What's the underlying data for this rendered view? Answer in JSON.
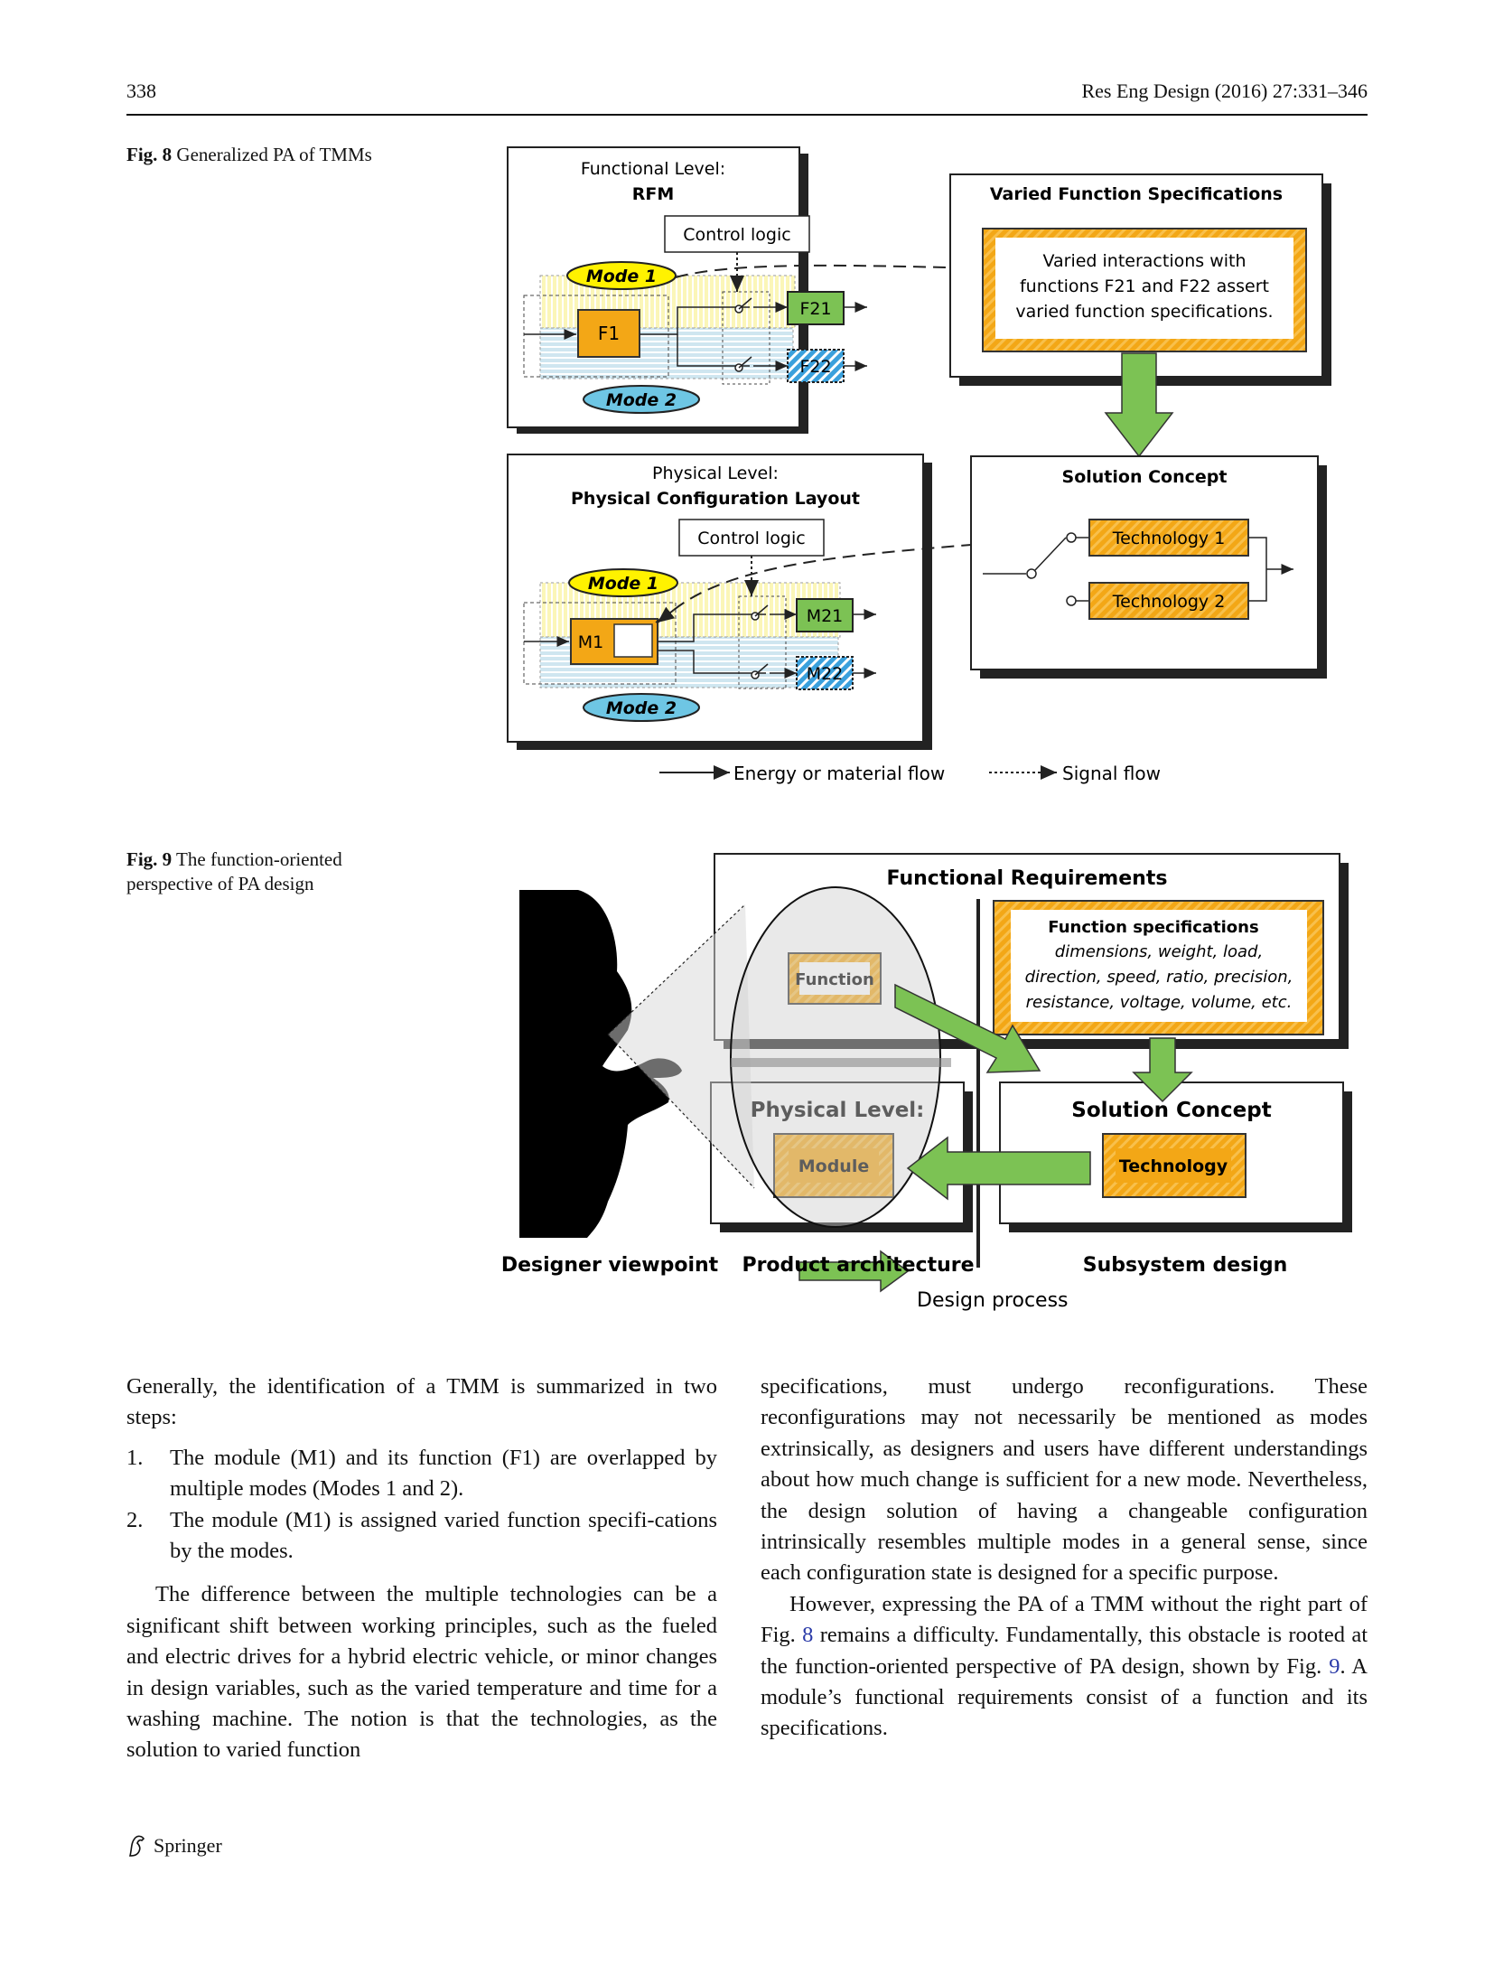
{
  "header": {
    "page_number": "338",
    "journal": "Res Eng Design (2016) 27:331–346"
  },
  "fig8": {
    "caption_label": "Fig. 8",
    "caption_text": "Generalized PA of TMMs",
    "functional_level": "Functional Level:",
    "rfm": "RFM",
    "control_logic": "Control logic",
    "mode1": "Mode 1",
    "mode2": "Mode 2",
    "f1": "F1",
    "f21": "F21",
    "f22": "F22",
    "varied_title": "Varied Function Specifications",
    "varied_line1": "Varied interactions with",
    "varied_line2": "functions F21 and F22 assert",
    "varied_line3": "varied function specifications.",
    "physical_level": "Physical Level:",
    "physical_config": "Physical Configuration Layout",
    "m1": "M1",
    "m21": "M21",
    "m22": "M22",
    "solution_title": "Solution Concept",
    "tech1": "Technology 1",
    "tech2": "Technology 2",
    "legend_energy": "Energy or material flow",
    "legend_signal": "Signal flow"
  },
  "fig9": {
    "caption_label": "Fig. 9",
    "caption_text": "The function-oriented perspective of PA design",
    "functional_requirements": "Functional Requirements",
    "function": "Function",
    "spec_title": "Function specifications",
    "spec_colon": ":",
    "spec_line1": "dimensions, weight, load,",
    "spec_line2": "direction, speed, ratio, precision,",
    "spec_line3": "resistance, voltage, volume, etc.",
    "physical_level": "Physical Level:",
    "module": "Module",
    "solution_concept": "Solution Concept",
    "technology": "Technology",
    "designer_viewpoint": "Designer viewpoint",
    "product_architecture": "Product architecture",
    "subsystem_design": "Subsystem design",
    "design_process": "Design process"
  },
  "left_column": {
    "intro": "Generally, the identification of a TMM is summarized in two steps:",
    "steps": [
      {
        "num": "1.",
        "text": "The module (M1) and its function (F1) are overlapped by multiple modes (Modes 1 and 2)."
      },
      {
        "num": "2.",
        "text": "The module (M1) is assigned varied function specifi-cations by the modes."
      }
    ],
    "para2": "The difference between the multiple technologies can be a significant shift between working principles, such as the fueled and electric drives for a hybrid electric vehicle, or minor changes in design variables, such as the varied temperature and time for a washing machine. The notion is that the technologies, as the solution to varied function"
  },
  "right_column": {
    "para1": "specifications, must undergo reconfigurations. These reconfigurations may not necessarily be mentioned as modes extrinsically, as designers and users have different understandings about how much change is sufficient for a new mode. Nevertheless, the design solution of having a changeable configuration intrinsically resembles multiple modes in a general sense, since each configuration state is designed for a specific purpose.",
    "para2_a": "However, expressing the PA of a TMM without the right part of Fig. ",
    "para2_ref1": "8",
    "para2_b": " remains a difficulty. Fundamentally, this obstacle is rooted at the function-oriented perspective of PA design, shown by Fig. ",
    "para2_ref2": "9",
    "para2_c": ". A module’s functional requirements consist of a function and its specifications."
  },
  "footer": {
    "publisher": "Springer"
  }
}
